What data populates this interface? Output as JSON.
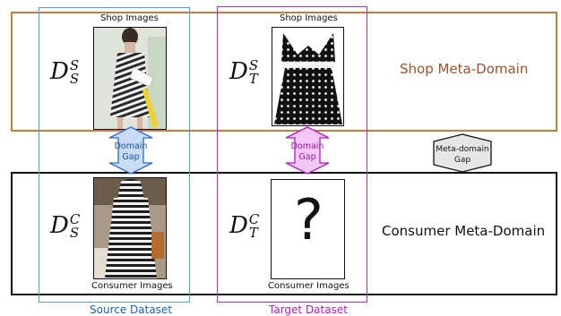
{
  "shop_meta_domain": {
    "label": "Shop Meta-Domain",
    "color": "#a0522d"
  },
  "consumer_meta_domain": {
    "label": "Consumer Meta-Domain",
    "color": "#111111"
  },
  "source": {
    "dataset_label": "Source Dataset",
    "color": "#1f5fb8",
    "shop_images_label": "Shop Images",
    "consumer_images_label": "Consumer Images",
    "shop_math": {
      "base": "D",
      "sup": "S",
      "sub": "S"
    },
    "consumer_math": {
      "base": "D",
      "sup": "C",
      "sub": "S"
    },
    "gap": {
      "line1": "Domain",
      "line2": "Gap",
      "fill": "#c8dcf5",
      "stroke": "#2a6bd0",
      "text_color": "#1f4e9a"
    }
  },
  "target": {
    "dataset_label": "Target Dataset",
    "color": "#b01cc4",
    "shop_images_label": "Shop Images",
    "consumer_images_label": "Consumer Images",
    "shop_math": {
      "base": "D",
      "sup": "S",
      "sub": "T"
    },
    "consumer_math": {
      "base": "D",
      "sup": "C",
      "sub": "T"
    },
    "unknown_mark": "?",
    "gap": {
      "line1": "Domain",
      "line2": "Gap",
      "fill": "#f3c8f7",
      "stroke": "#b01cc4",
      "text_color": "#9a16a8"
    }
  },
  "meta_gap": {
    "line1": "Meta-domain",
    "line2": "Gap",
    "fill": "#e6e6e6",
    "stroke": "#111111"
  }
}
